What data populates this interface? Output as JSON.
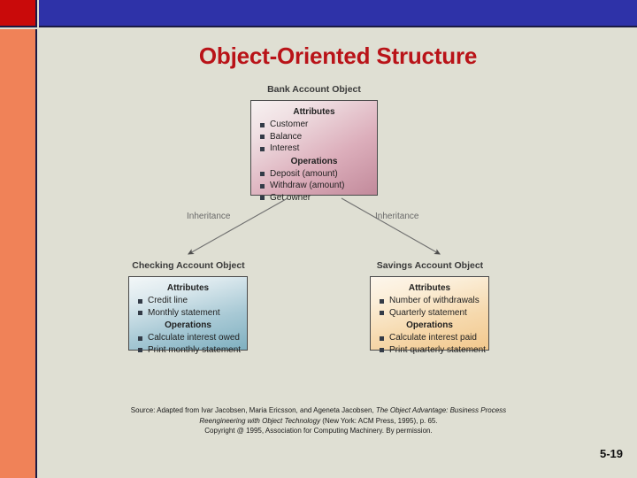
{
  "slide": {
    "title": "Object-Oriented Structure",
    "page_number": "5-19",
    "colors": {
      "background": "#dfdfd3",
      "top_bar": "#2e32a8",
      "corner_block": "#c90a0a",
      "side_bar": "#f08258",
      "title_text": "#b91318"
    }
  },
  "diagram": {
    "type": "class-inheritance",
    "edge_labels": {
      "left": "Inheritance",
      "right": "Inheritance"
    },
    "boxes": [
      {
        "id": "bank",
        "label": "Bank Account Object",
        "sections": [
          {
            "heading": "Attributes",
            "items": [
              "Customer",
              "Balance",
              "Interest"
            ]
          },
          {
            "heading": "Operations",
            "items": [
              "Deposit (amount)",
              "Withdraw (amount)",
              "Get owner"
            ]
          }
        ]
      },
      {
        "id": "checking",
        "label": "Checking Account Object",
        "sections": [
          {
            "heading": "Attributes",
            "items": [
              "Credit line",
              "Monthly statement"
            ]
          },
          {
            "heading": "Operations",
            "items": [
              "Calculate interest owed",
              "Print monthly statement"
            ]
          }
        ]
      },
      {
        "id": "savings",
        "label": "Savings Account Object",
        "sections": [
          {
            "heading": "Attributes",
            "items": [
              "Number of withdrawals",
              "Quarterly statement"
            ]
          },
          {
            "heading": "Operations",
            "items": [
              "Calculate interest paid",
              "Print quarterly statement"
            ]
          }
        ]
      }
    ]
  },
  "source": {
    "line1_a": "Source: Adapted from Ivar Jacobsen, Maria Ericsson, and Ageneta Jacobsen, ",
    "line1_italic": "The Object Advantage: Business Process",
    "line2_italic": "Reengineering with Object Technology",
    "line2_b": " (New York: ACM Press, 1995), p. 65.",
    "line3": "Copyright @ 1995, Association for Computing Machinery.  By permission."
  }
}
